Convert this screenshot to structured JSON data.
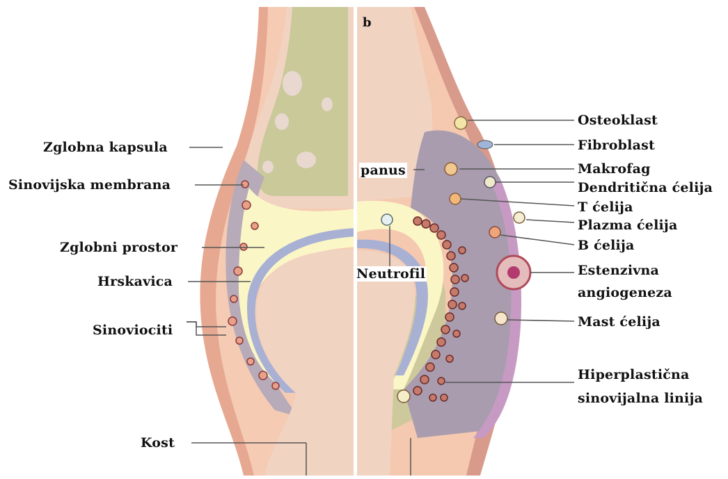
{
  "panel_letter": "b",
  "labels": {
    "zglobna_kapsula": "Zglobna kapsula",
    "sinovijska_membrana": "Sinovijska membrana",
    "zglobni_prostor": "Zglobni prostor",
    "hrskavica": "Hrskavica",
    "sinoviociti": "Sinoviociti",
    "kost": "Kost",
    "panus": "panus",
    "neutrofil": "Neutrofil",
    "osteoklast": "Osteoklast",
    "fibroblast": "Fibroblast",
    "makrofag": "Makrofag",
    "dendriticna_celija": "Dendritična ćelija",
    "t_celija": "T ćelija",
    "plazma_celija": "Plazma ćelija",
    "b_celija": "B ćelija",
    "estenzivna_line1": "Estenzivna",
    "estenzivna_line2": "angiogeneza",
    "mast_celija": "Mast ćelija",
    "hiperplasticna_line1": "Hiperplastična",
    "hiperplasticna_line2": "sinovijalna linija"
  },
  "colors": {
    "bone_bg": "#f0d0c0",
    "marrow": "#c9c99a",
    "skin_outer": "#d89a8a",
    "capsule": "#f5c8b0",
    "synovium": "#b0a8b8",
    "synovium_inflamed": "#a89cae",
    "purple_rim": "#c79ac4",
    "joint_space": "#fbf6c6",
    "cartilage": "#a8b0d4",
    "cell_fill": "#e8a088",
    "cell_dark": "#8a3a3a",
    "leader": "#555555"
  }
}
